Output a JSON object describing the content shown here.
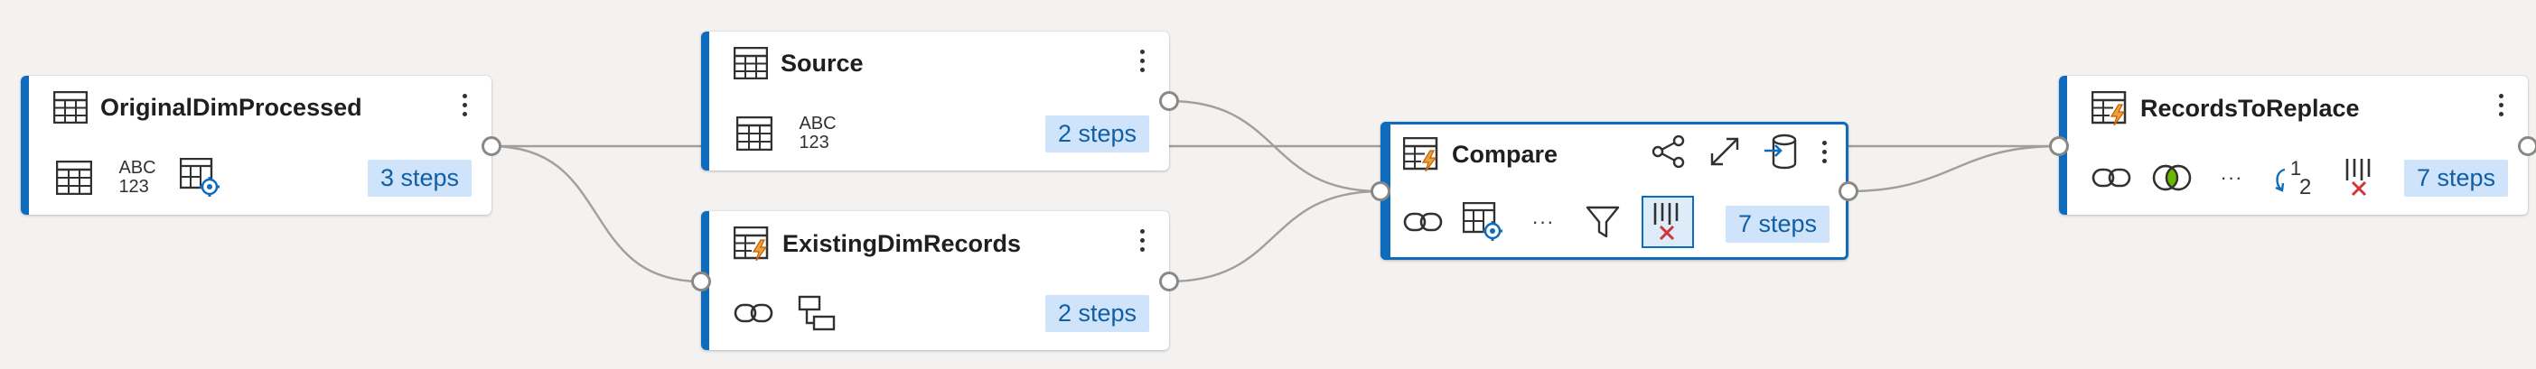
{
  "nodes": {
    "original": {
      "title": "OriginalDimProcessed",
      "steps": "3 steps",
      "abc_top": "ABC",
      "abc_bottom": "123"
    },
    "source": {
      "title": "Source",
      "steps": "2 steps",
      "abc_top": "ABC",
      "abc_bottom": "123"
    },
    "existing": {
      "title": "ExistingDimRecords",
      "steps": "2 steps"
    },
    "compare": {
      "title": "Compare",
      "steps": "7 steps",
      "more": "···"
    },
    "records": {
      "title": "RecordsToReplace",
      "steps": "7 steps",
      "more": "···",
      "index_one": "1",
      "index_two": "2"
    }
  },
  "colors": {
    "accent": "#0f6cbd",
    "steps_bg": "#cfe4fa",
    "steps_text": "#115ea3",
    "wire": "#a19f9d",
    "background": "#f3f2f1"
  }
}
